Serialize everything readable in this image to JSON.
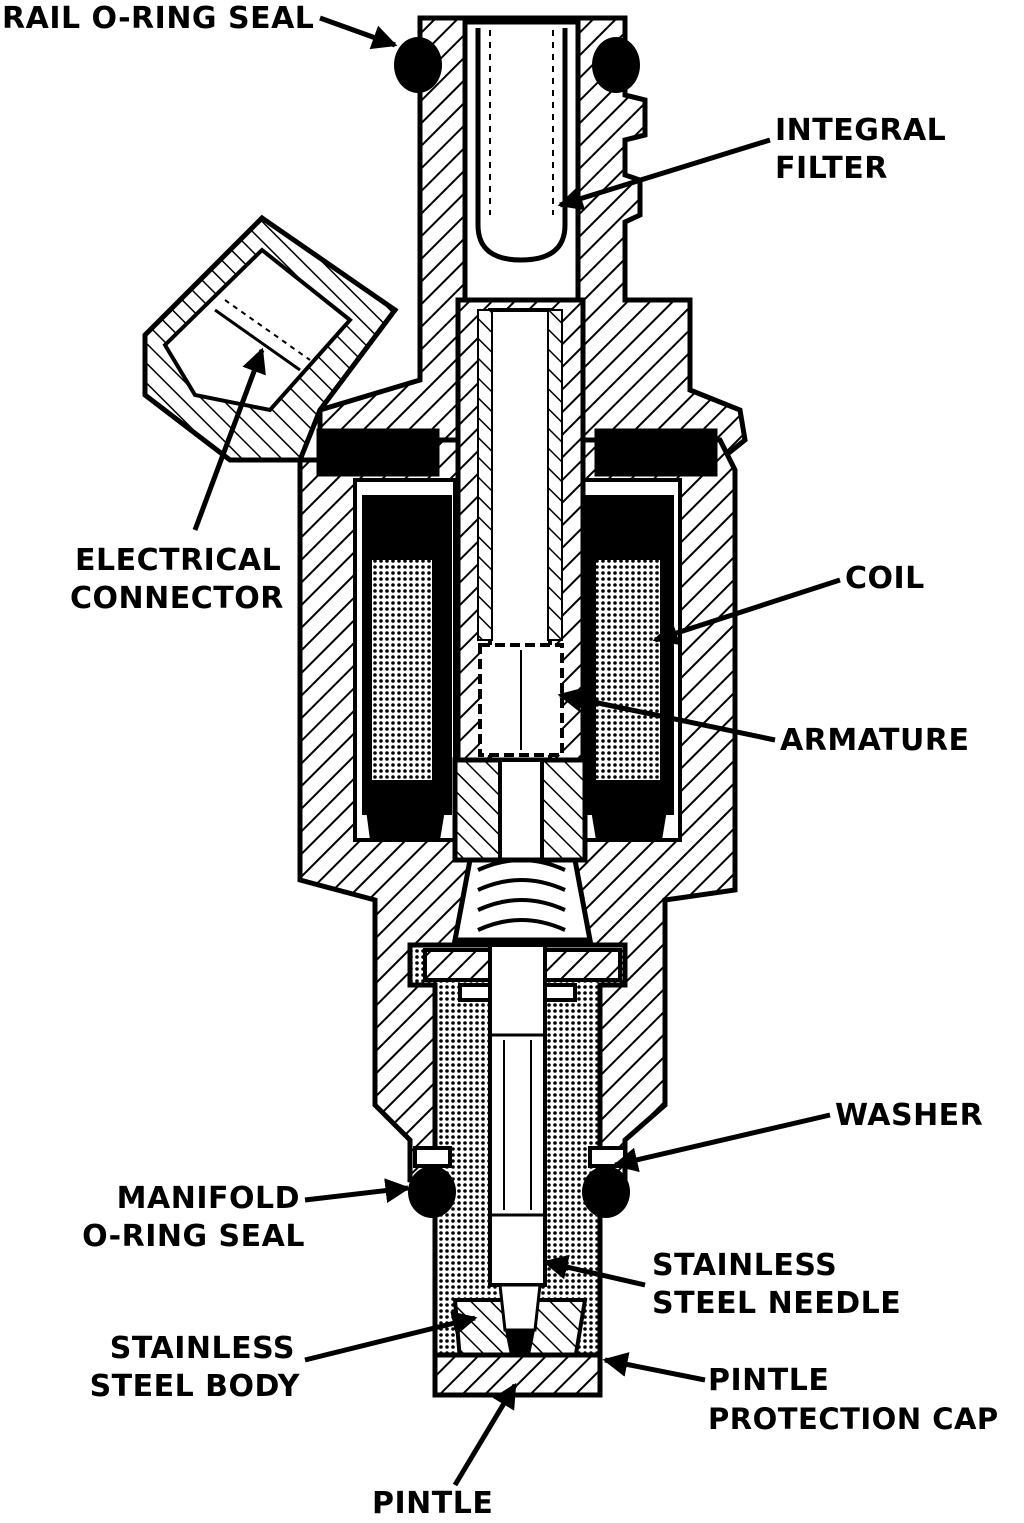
{
  "labels": {
    "rail_oring_seal": "RAIL O-RING SEAL",
    "integral_filter_1": "INTEGRAL",
    "integral_filter_2": "FILTER",
    "electrical_connector_1": "ELECTRICAL",
    "electrical_connector_2": "CONNECTOR",
    "coil": "COIL",
    "armature": "ARMATURE",
    "washer": "WASHER",
    "manifold_oring_1": "MANIFOLD",
    "manifold_oring_2": "O-RING SEAL",
    "stainless_needle_1": "STAINLESS",
    "stainless_needle_2": "STEEL NEEDLE",
    "stainless_body_1": "STAINLESS",
    "stainless_body_2": "STEEL BODY",
    "pintle_cap_1": "PINTLE",
    "pintle_cap_2": "PROTECTION CAP",
    "pintle": "PINTLE"
  },
  "colors": {
    "ink": "#000000",
    "paper": "#ffffff"
  }
}
